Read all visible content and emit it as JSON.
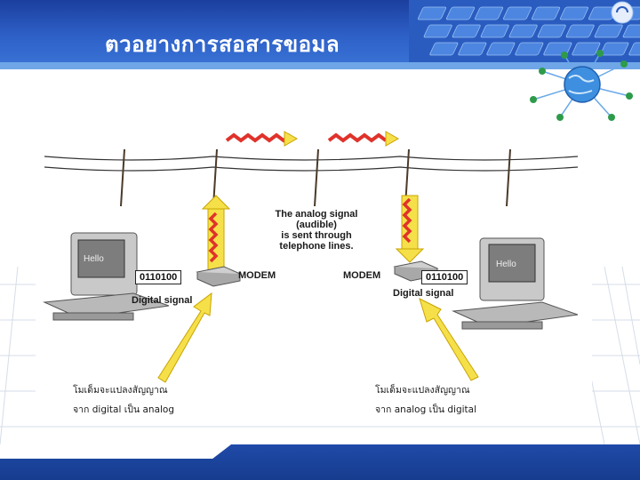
{
  "slide": {
    "title": "ตวอยางการสอสารขอมล"
  },
  "diagram": {
    "modem_left": "MODEM",
    "modem_right": "MODEM",
    "bits_left": "0110100",
    "bits_right": "0110100",
    "screen_left": "Hello",
    "screen_right": "Hello",
    "digital_signal_left": "Digital signal",
    "digital_signal_right": "Digital signal",
    "analog_lines": [
      "The analog signal",
      "(audible)",
      "is sent through",
      "telephone lines."
    ]
  },
  "captions": {
    "left": [
      "โมเด็มจะแปลงสัญญาณ",
      "จาก digital เป็น analog"
    ],
    "right": [
      "โมเด็มจะแปลงสัญญาณ",
      "จาก analog เป็น digital"
    ]
  },
  "colors": {
    "header_blue": "#2f62c9",
    "arrow_yellow": "#f5e04a",
    "wave_red": "#e0322a",
    "footer_blue": "#1f4aa8"
  }
}
